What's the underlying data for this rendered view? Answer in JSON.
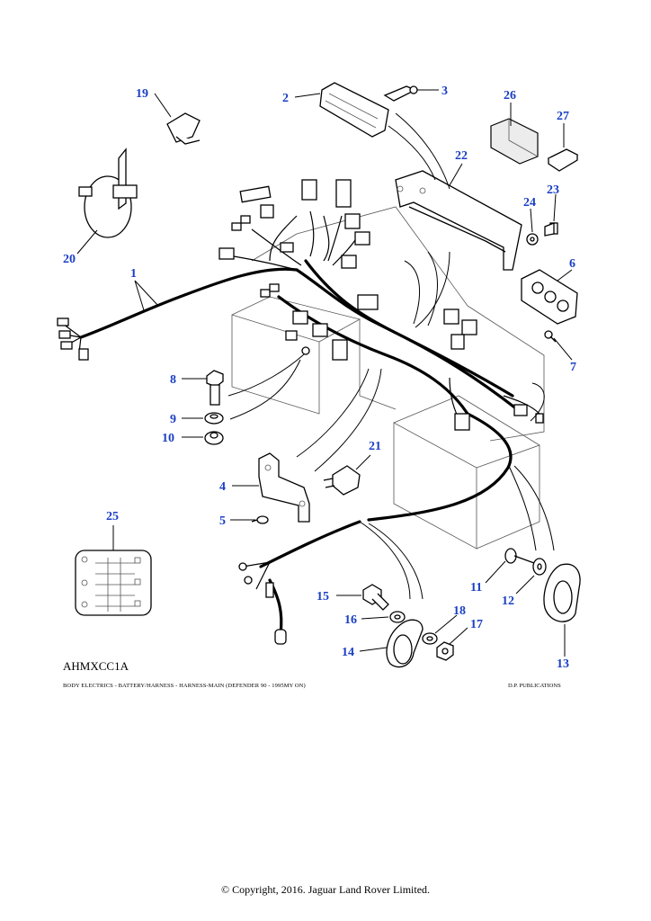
{
  "callouts": [
    "1",
    "2",
    "3",
    "4",
    "5",
    "6",
    "7",
    "8",
    "9",
    "10",
    "11",
    "12",
    "13",
    "14",
    "15",
    "16",
    "17",
    "18",
    "19",
    "20",
    "21",
    "22",
    "23",
    "24",
    "25",
    "26",
    "27"
  ],
  "drawing_code": "AHMXCC1A",
  "footer": {
    "caption": "BODY ELECTRICS - BATTERY/HARNESS - HARNESS-MAIN  (DEFENDER 90 - 1995MY ON)",
    "publisher": "D.P. PUBLICATIONS"
  },
  "copyright": "© Copyright, 2016. Jaguar Land Rover Limited."
}
